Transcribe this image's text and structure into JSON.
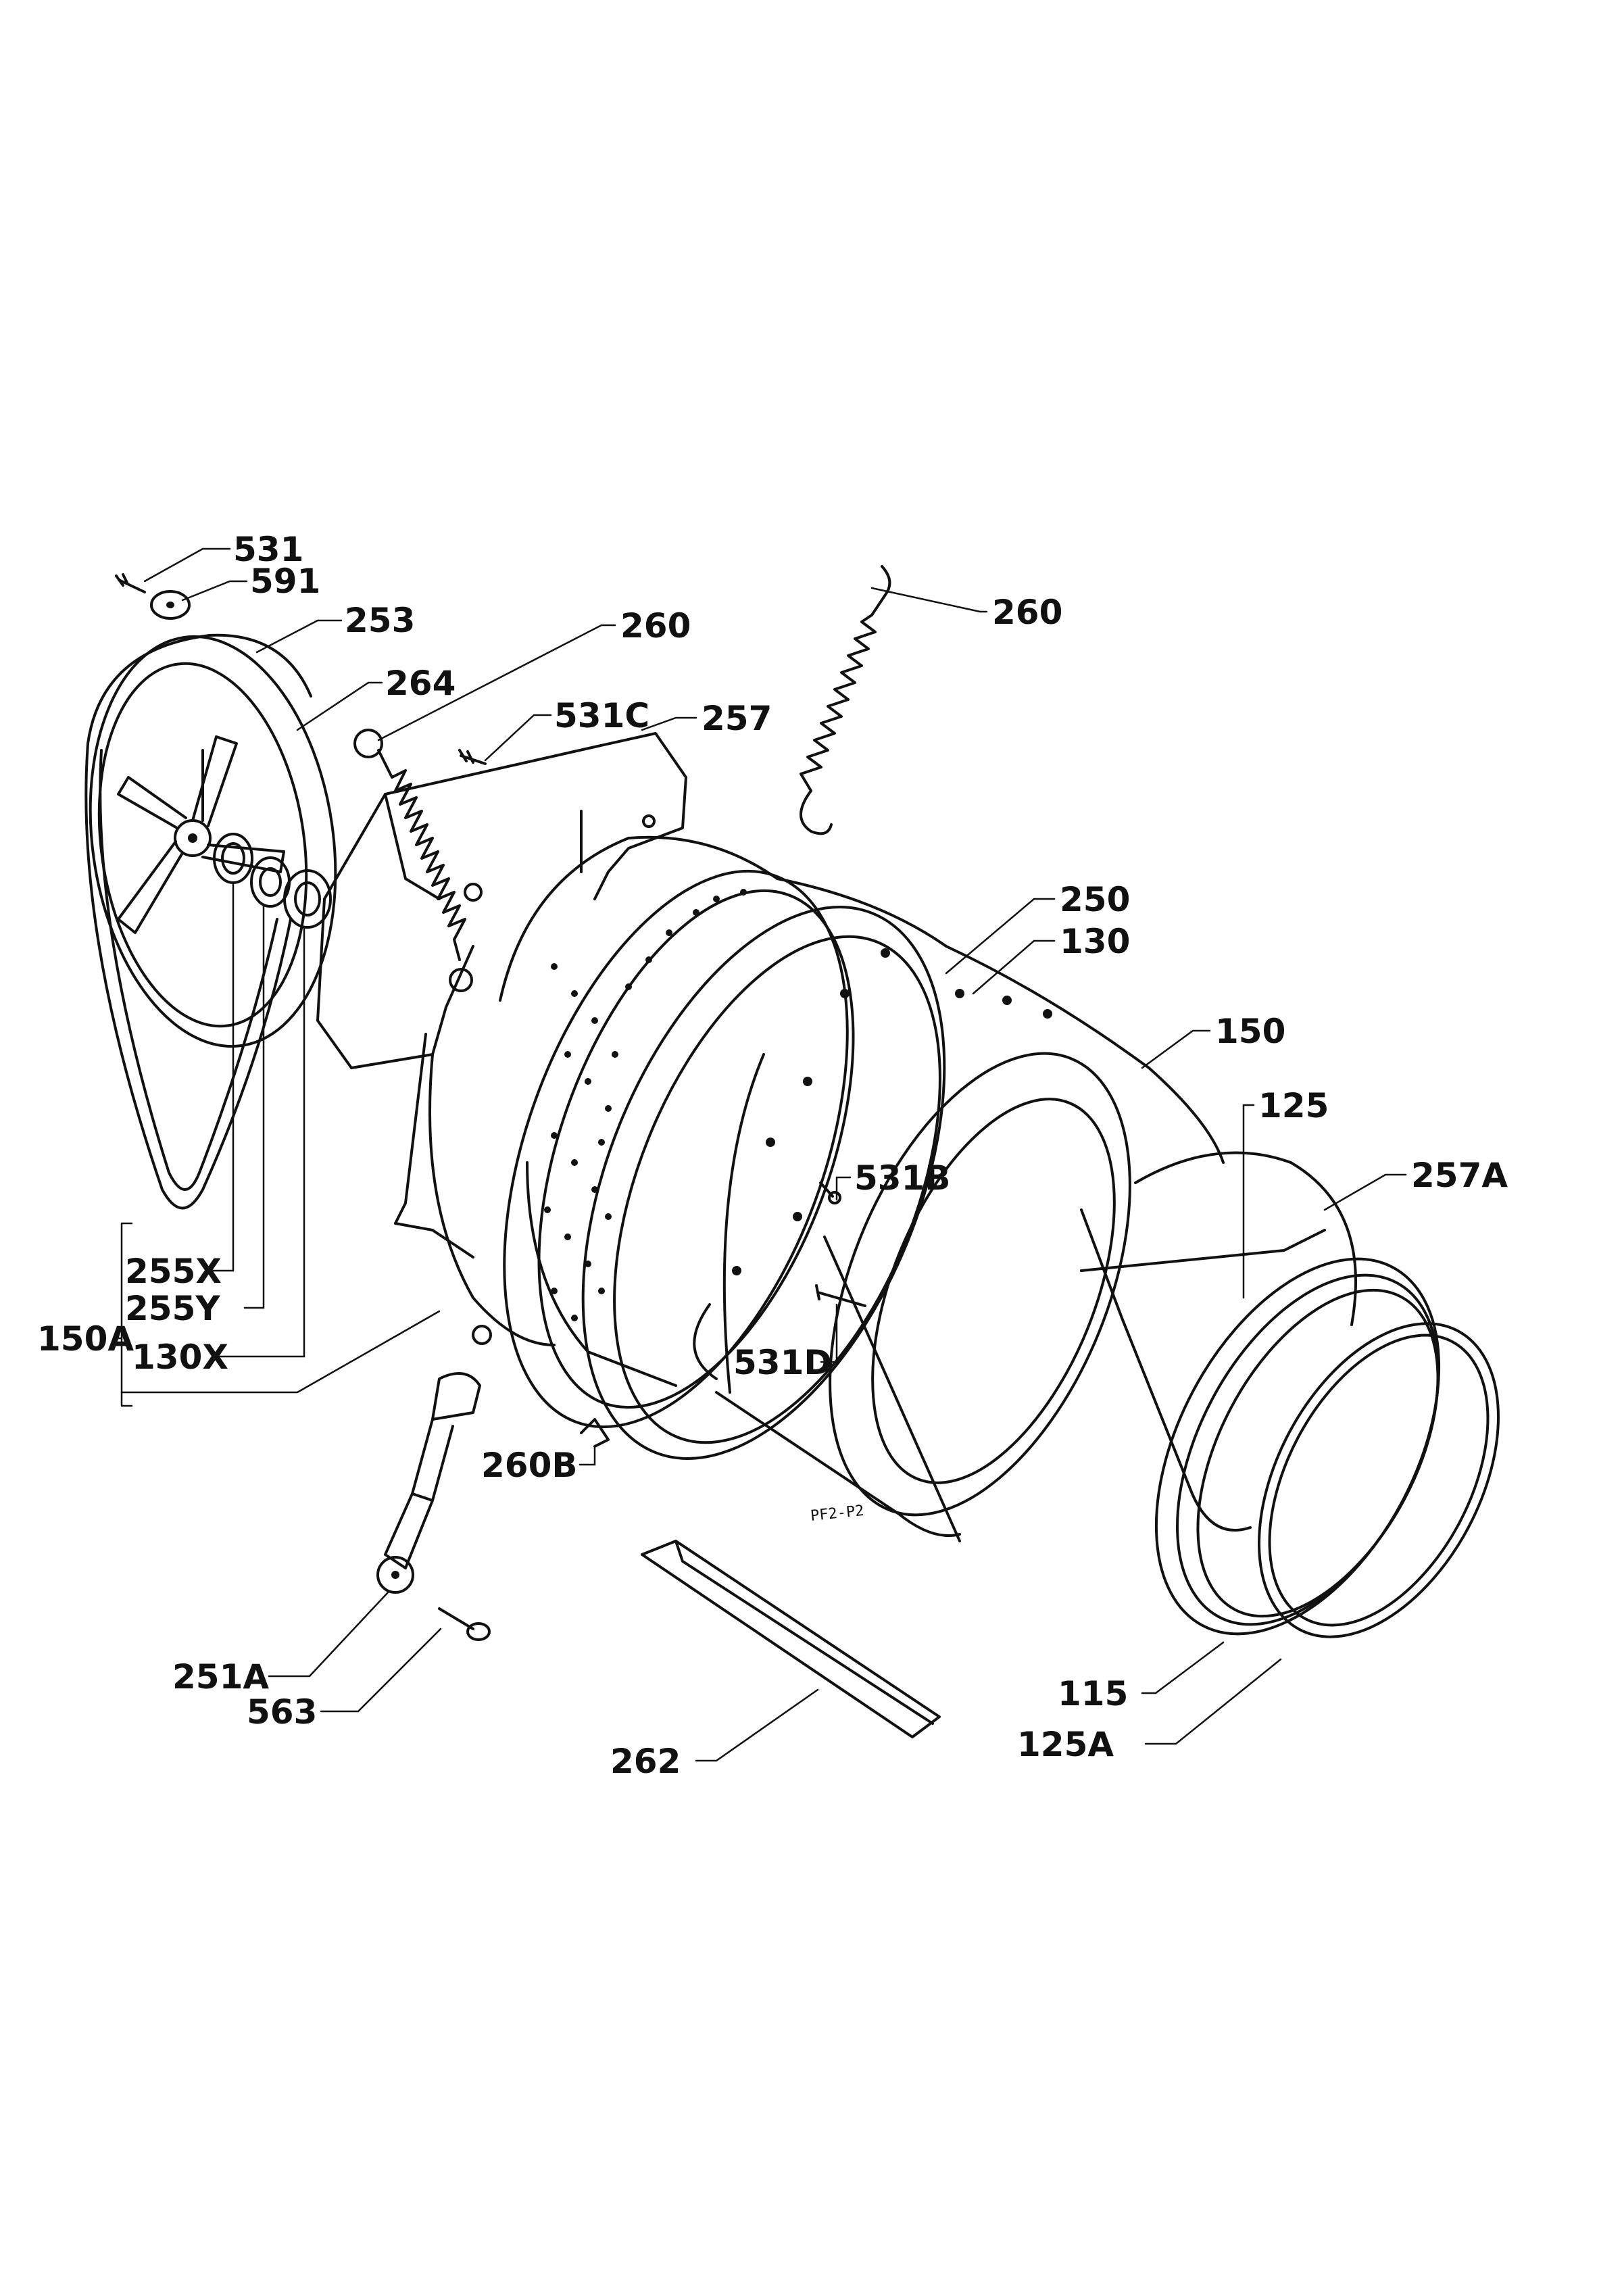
{
  "labels": {
    "l531": "531",
    "l591": "591",
    "l253": "253",
    "l264": "264",
    "l260a": "260",
    "l260b": "260",
    "l531c": "531C",
    "l257": "257",
    "l250": "250",
    "l130": "130",
    "l150": "150",
    "l125": "125",
    "l257a": "257A",
    "l531b": "531B",
    "l531d": "531D",
    "l255x": "255X",
    "l255y": "255Y",
    "l150a": "150A",
    "l130x": "130X",
    "l260b2": "260B",
    "l251a": "251A",
    "l563": "563",
    "l262": "262",
    "l115": "115",
    "l125a": "125A"
  },
  "drawing_code": "PF2-P2"
}
